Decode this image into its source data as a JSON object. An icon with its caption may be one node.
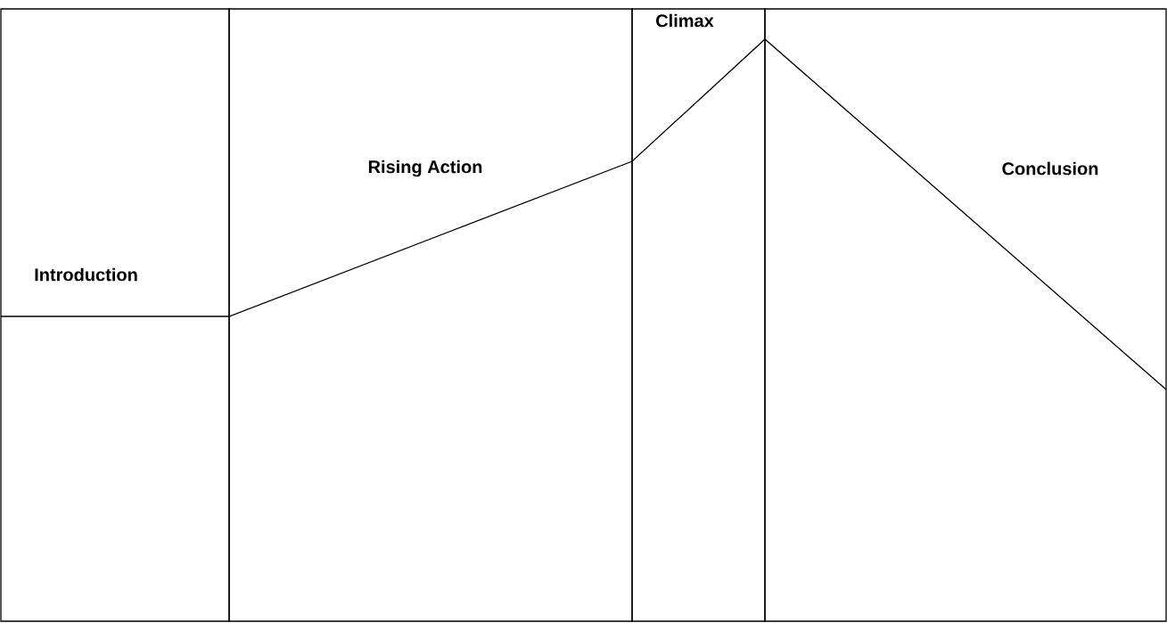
{
  "diagram": {
    "nodes": [
      {
        "text": [
          "Introduction"
        ]
      },
      {
        "text": [
          "Rising Action"
        ]
      },
      {
        "text": [
          "Climax"
        ]
      },
      {
        "text": [
          "Conclusion"
        ]
      }
    ]
  }
}
